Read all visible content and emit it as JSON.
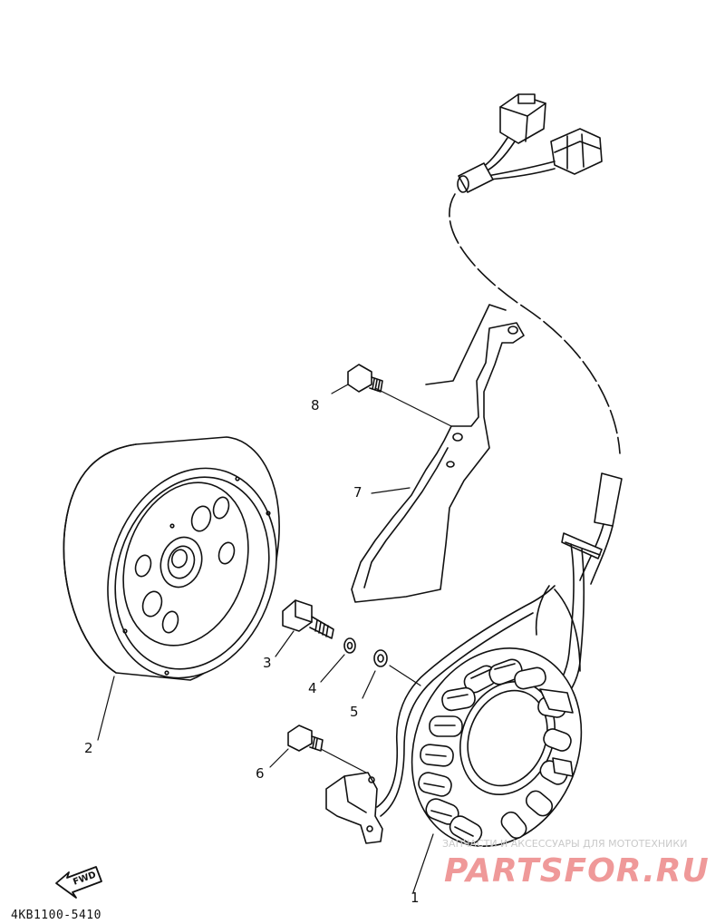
{
  "callouts": {
    "p1": "1",
    "p2": "2",
    "p3": "3",
    "p4": "4",
    "p5": "5",
    "p6": "6",
    "p7": "7",
    "p8": "8"
  },
  "fwd_label": "FWD",
  "part_code": "4KB1100-5410",
  "watermark": {
    "tagline": "ЗАПЧАСТИ И АКСЕССУАРЫ ДЛЯ МОТОТЕХНИКИ",
    "brand": "PARTSFOR.RU"
  },
  "colors": {
    "ink": "#111111",
    "watermark_red": "#e04646",
    "watermark_gray": "#c9c9c9"
  }
}
